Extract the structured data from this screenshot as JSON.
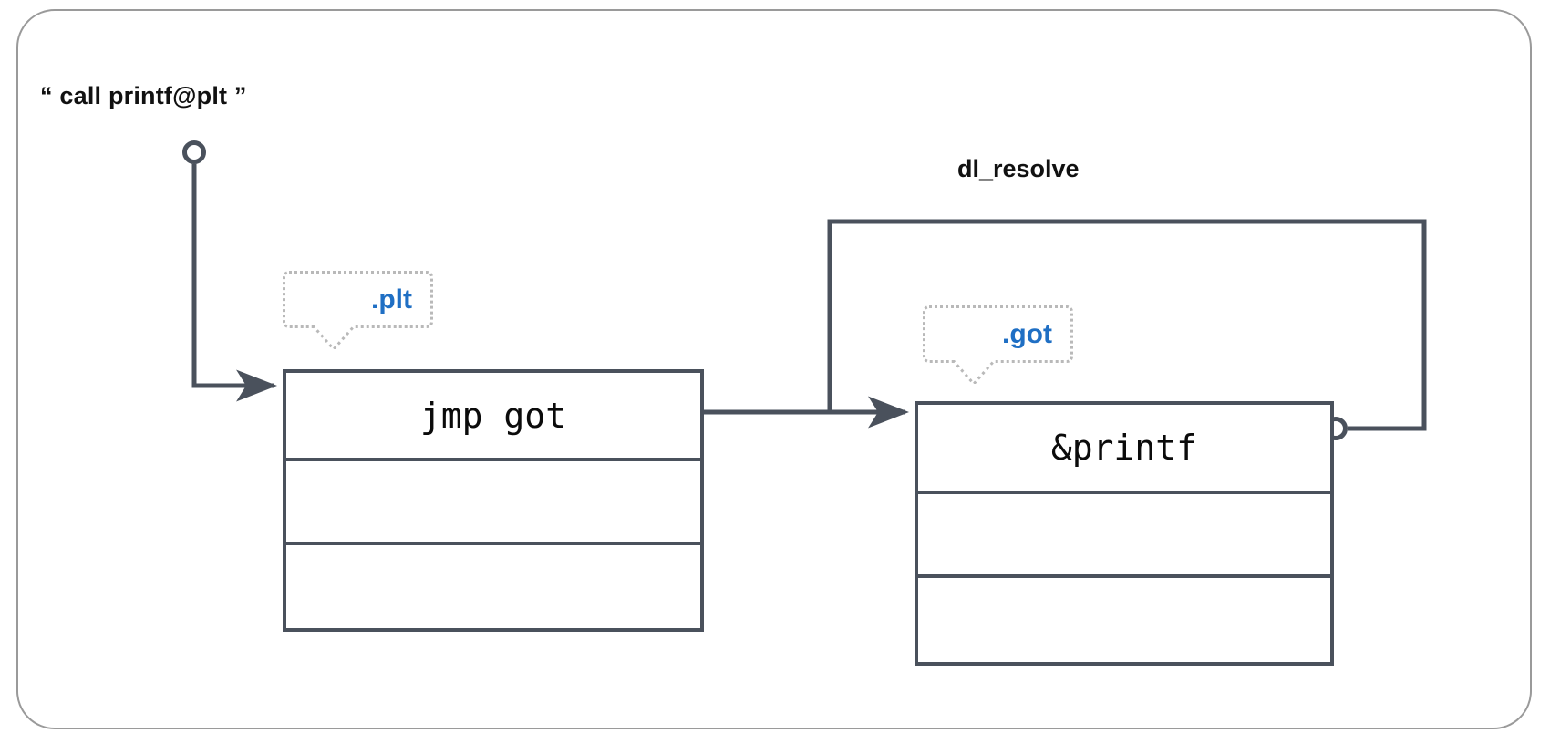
{
  "diagram": {
    "title_label": "dl_resolve",
    "call_label": "“ call printf@plt ”",
    "accent_blue": "#1f6fc4",
    "line_color": "#4a515c",
    "frame_color": "#9a9a9a",
    "callouts": [
      {
        "name": "plt",
        "text": ".plt"
      },
      {
        "name": "got",
        "text": ".got"
      }
    ],
    "tables": [
      {
        "name": "plt-table",
        "section": ".plt",
        "rows": [
          {
            "text": "jmp got"
          },
          {
            "text": ""
          },
          {
            "text": ""
          }
        ]
      },
      {
        "name": "got-table",
        "section": ".got",
        "rows": [
          {
            "text": "&printf"
          },
          {
            "text": ""
          },
          {
            "text": ""
          }
        ]
      }
    ],
    "connectors": [
      {
        "name": "call-to-plt",
        "from": "call printf@plt",
        "to": "jmp got",
        "endpoint": "circle"
      },
      {
        "name": "plt-to-got",
        "from": "jmp got",
        "to": "&printf",
        "endpoint": "arrow"
      },
      {
        "name": "got-to-dl-resolve",
        "from": "&printf",
        "to": "dl_resolve",
        "endpoint": "circle"
      }
    ]
  }
}
